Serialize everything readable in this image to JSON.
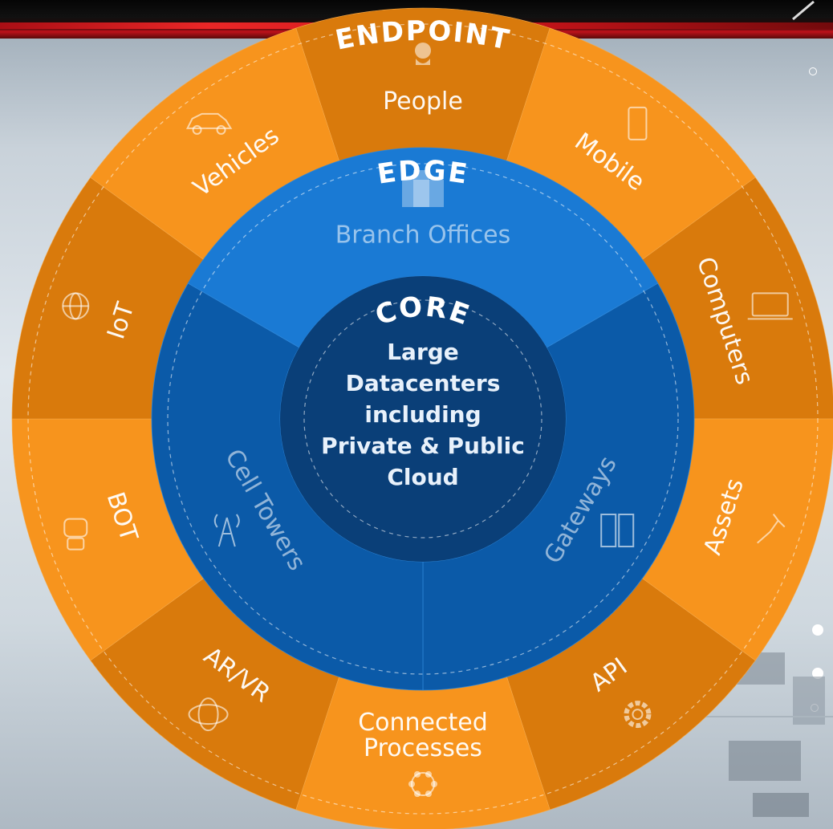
{
  "colors": {
    "orange_light": "#f7941d",
    "orange_dark": "#d97a0c",
    "blue_light": "#1a7ad4",
    "blue_dark": "#0b5aa8",
    "core": "#0a3f78",
    "red_accent": "#e0161c"
  },
  "rings": {
    "endpoint_title": "ENDPOINT",
    "edge_title": "EDGE",
    "core_title": "CORE",
    "core_text": [
      "Large",
      "Datacenters",
      "including",
      "Private & Public",
      "Cloud"
    ]
  },
  "endpoint_segments": [
    {
      "label": "People",
      "icon": "person-head-icon"
    },
    {
      "label": "Mobile",
      "icon": "mobile-phone-icon"
    },
    {
      "label": "Computers",
      "icon": "laptop-icon"
    },
    {
      "label": "Assets",
      "icon": "robotic-arm-icon"
    },
    {
      "label": "API",
      "icon": "gear-icon"
    },
    {
      "label": "Connected Processes",
      "lines": [
        "Connected",
        "Processes"
      ],
      "icon": "network-nodes-icon"
    },
    {
      "label": "AR/VR",
      "icon": "vr-headset-icon"
    },
    {
      "label": "BOT",
      "icon": "robot-icon"
    },
    {
      "label": "IoT",
      "icon": "globe-icon"
    },
    {
      "label": "Vehicles",
      "icon": "car-icon"
    }
  ],
  "edge_segments": [
    {
      "label": "Branch Offices",
      "icon": "office-building-icon"
    },
    {
      "label": "Gateways",
      "icon": "server-rack-icon"
    },
    {
      "label": "Cell Towers",
      "icon": "cell-tower-icon"
    }
  ]
}
